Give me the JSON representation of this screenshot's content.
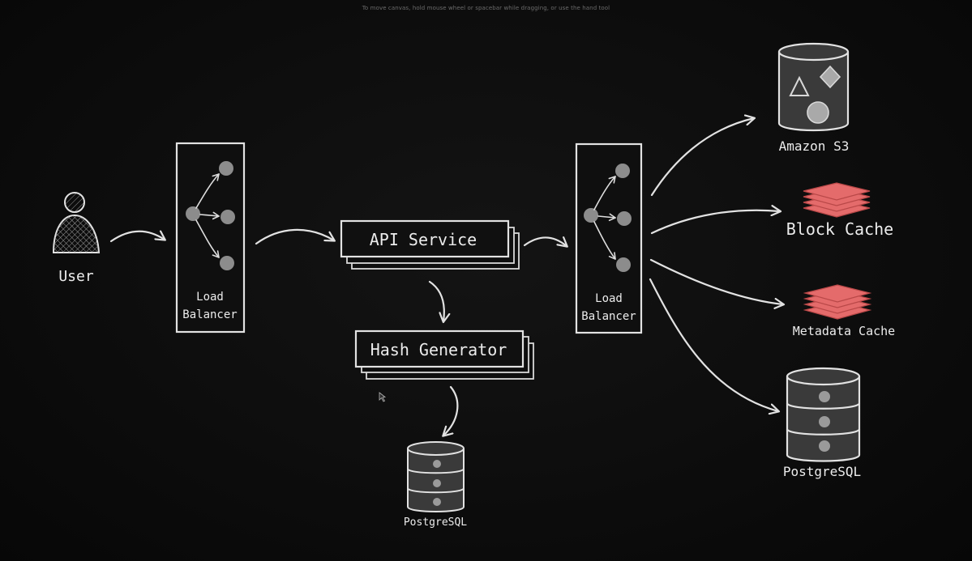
{
  "hint": "To move canvas, hold mouse wheel or spacebar while dragging, or use the hand tool",
  "nodes": {
    "user": "User",
    "lb_left": [
      "Load",
      "Balancer"
    ],
    "api_service": "API Service",
    "hash_generator": "Hash Generator",
    "postgres_small": "PostgreSQL",
    "lb_right": [
      "Load",
      "Balancer"
    ],
    "amazon_s3": "Amazon S3",
    "block_cache": "Block Cache",
    "metadata_cache": "Metadata Cache",
    "postgres_large": "PostgreSQL"
  },
  "colors": {
    "background": "#0d0d0d",
    "stroke": "#e2e2e2",
    "cache_fill": "#e46b6b",
    "cache_edge": "#b94848",
    "db_fill": "#3a3a3a",
    "circle_fill": "#8c8c8c"
  }
}
